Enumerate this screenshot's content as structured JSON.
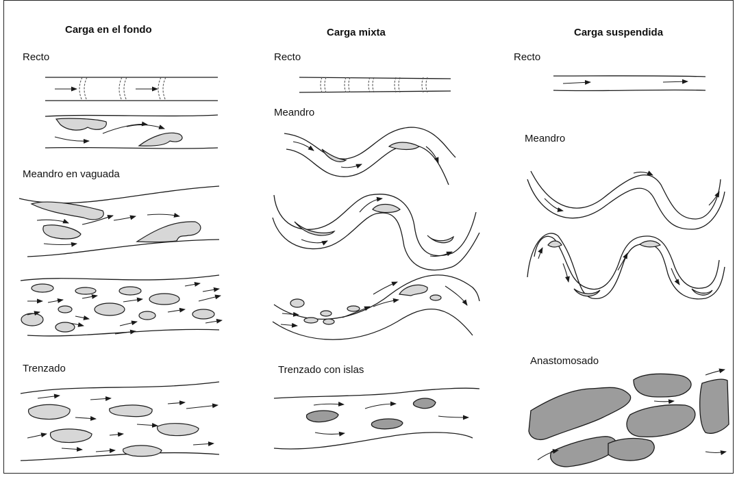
{
  "columns": [
    {
      "title": "Carga en el fondo",
      "labels": [
        "Recto",
        "Meandro en vaguada",
        "Trenzado"
      ]
    },
    {
      "title": "Carga mixta",
      "labels": [
        "Recto",
        "Meandro",
        "Trenzado con islas"
      ]
    },
    {
      "title": "Carga suspendida",
      "labels": [
        "Recto",
        "Meandro",
        "Anastomosado"
      ]
    }
  ]
}
